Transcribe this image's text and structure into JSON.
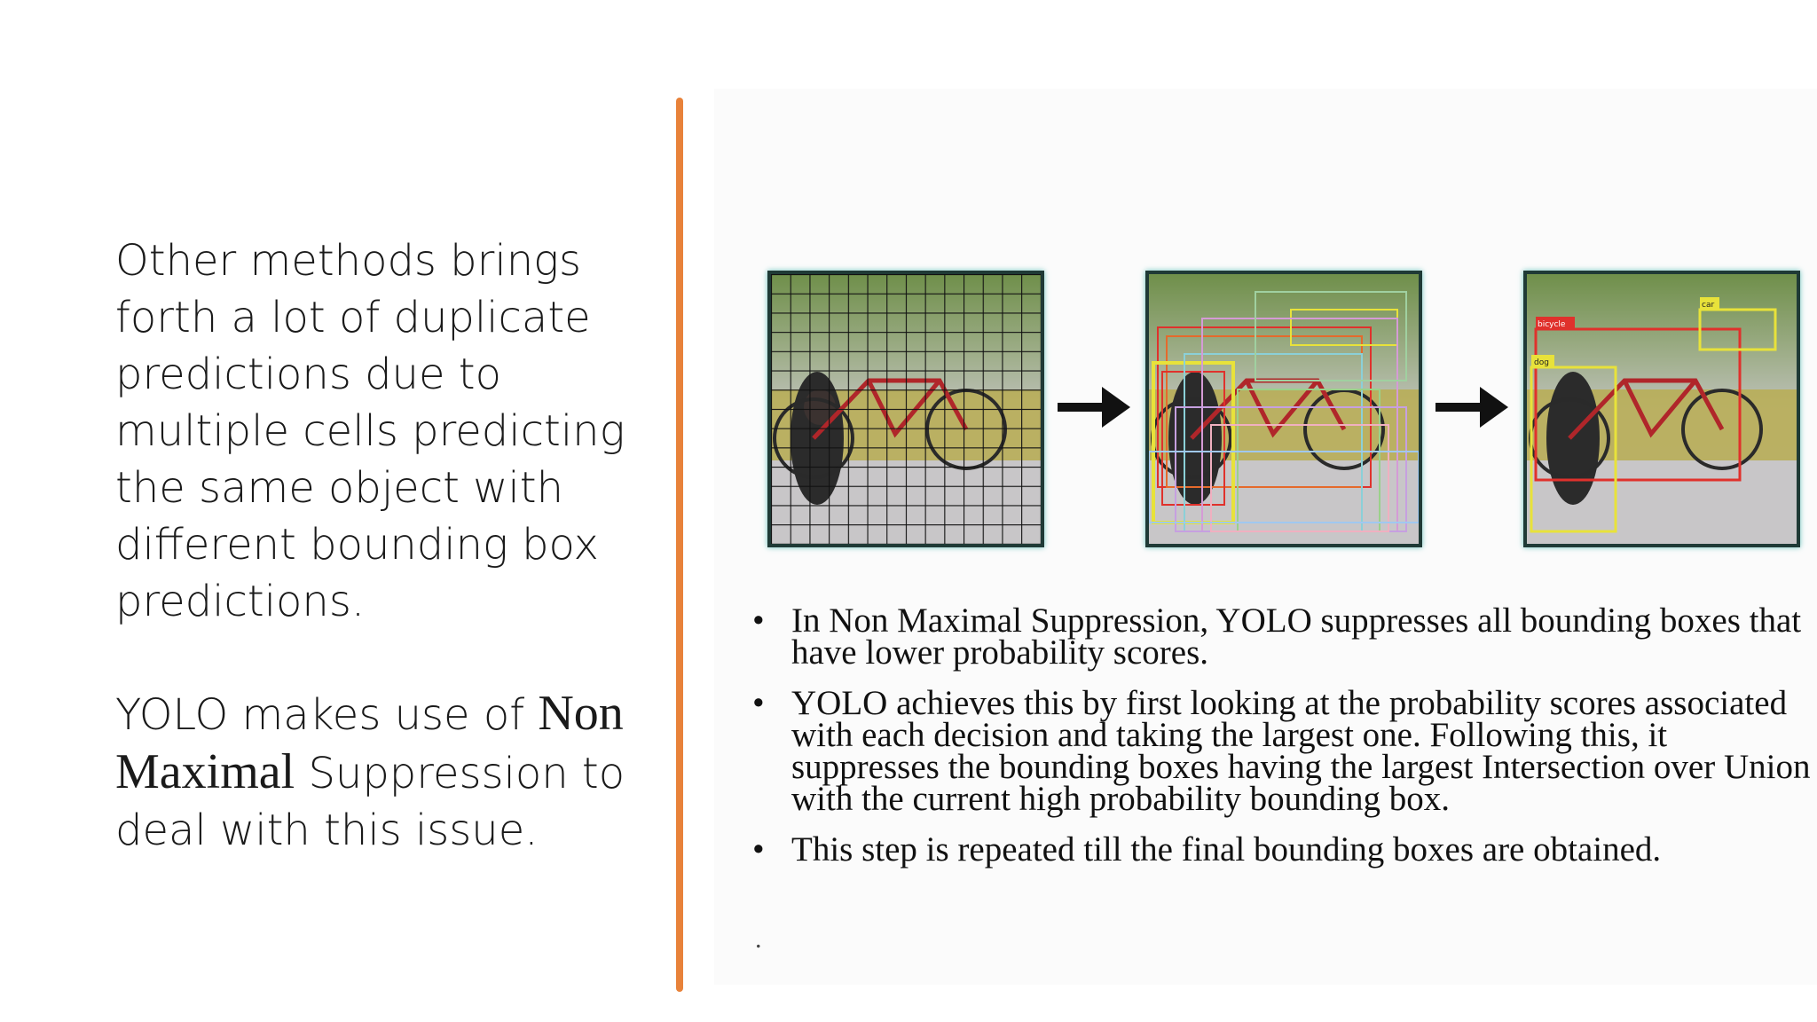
{
  "left": {
    "para1": "Other methods brings forth a lot of duplicate predictions due to multiple cells predicting the same object with different bounding box predictions.",
    "para2_a": "YOLO makes use of ",
    "para2_b": "Non Maximal",
    "para2_c": " Suppression to deal with this issue."
  },
  "figure": {
    "labels": {
      "bicycle": "bicycle",
      "dog": "dog",
      "car": "car"
    }
  },
  "bullets": [
    "In Non Maximal Suppression, YOLO suppresses all bounding boxes that have lower probability scores.",
    "YOLO achieves this by first looking at the probability scores associated with each decision and taking the largest one. Following this, it suppresses the bounding boxes having the largest Intersection over Union with the current high probability bounding box.",
    "This step is repeated till the final bounding boxes are obtained."
  ],
  "bullet_char": "•",
  "stray_mark": ".",
  "colors": {
    "divider": "#e8823a",
    "frame_glow": "#6fc7c2"
  }
}
